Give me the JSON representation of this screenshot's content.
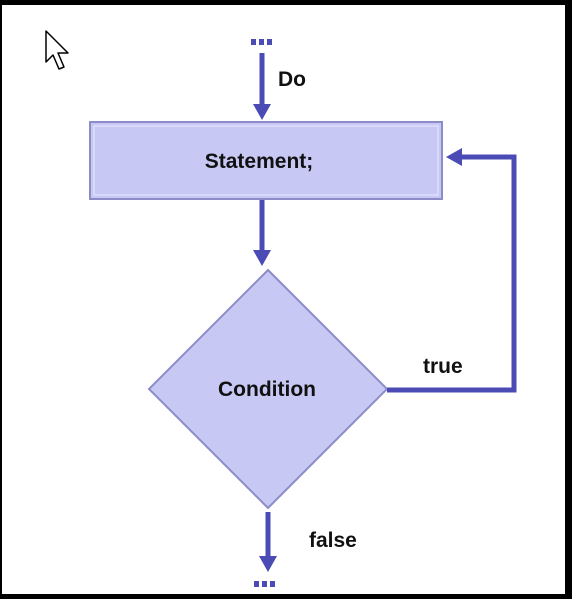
{
  "flowchart": {
    "entry_label": "Do",
    "statement_text": "Statement;",
    "condition_text": "Condition",
    "true_label": "true",
    "false_label": "false"
  },
  "colors": {
    "connector": "#4b4bb5",
    "shape_fill": "#c8c8f4",
    "shape_border": "#8c8cc8",
    "text": "#111111"
  },
  "icons": {
    "cursor": "mouse-pointer-icon",
    "continuation": "ellipsis-dots-icon"
  }
}
